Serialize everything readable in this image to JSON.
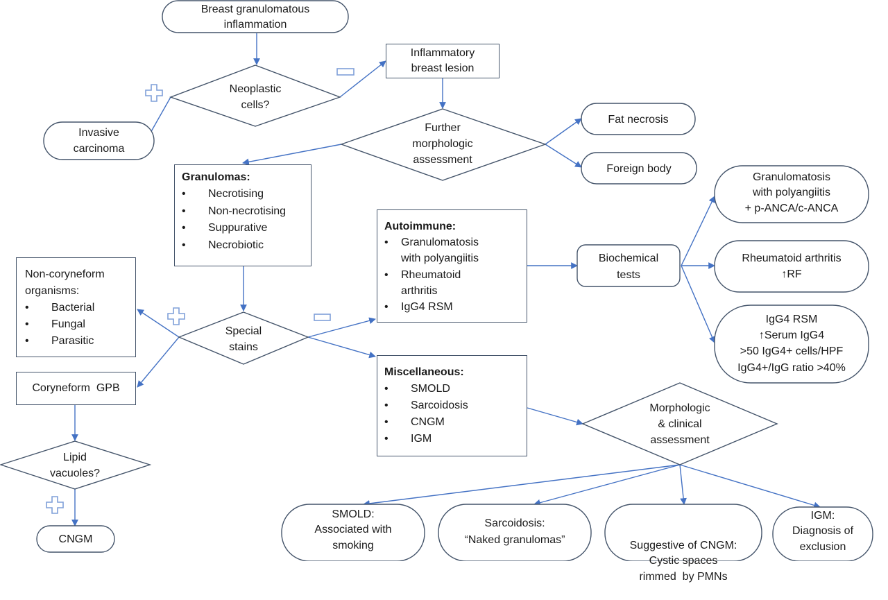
{
  "nodes": {
    "start": [
      "Breast granulomatous",
      "inflammation"
    ],
    "neoplastic": [
      "Neoplastic",
      "cells?"
    ],
    "invasive": [
      "Invasive",
      "carcinoma"
    ],
    "inflammatory": [
      "Inflammatory",
      "breast lesion"
    ],
    "further": [
      "Further",
      "morphologic",
      "assessment"
    ],
    "fat_necrosis": "Fat necrosis",
    "foreign_body": "Foreign body",
    "granulomas": {
      "title": "Granulomas:",
      "items": [
        "Necrotising",
        "Non-necrotising",
        "Suppurative",
        "Necrobiotic"
      ]
    },
    "autoimmune": {
      "title": "Autoimmune:",
      "items": [
        [
          "Granulomatosis",
          "with polyangiitis"
        ],
        [
          "Rheumatoid",
          "arthritis"
        ],
        [
          "IgG4 RSM"
        ]
      ]
    },
    "biochemical": [
      "Biochemical",
      "tests"
    ],
    "gpa": [
      "Granulomatosis",
      "with polyangiitis",
      "+ p-ANCA/c-ANCA"
    ],
    "ra": [
      "Rheumatoid arthritis",
      "↑RF"
    ],
    "igg4": [
      "IgG4 RSM",
      "↑Serum IgG4",
      ">50 IgG4+ cells/HPF",
      "IgG4+/IgG ratio >40%"
    ],
    "noncoryneform": {
      "title": [
        "Non-coryneform",
        "organisms:"
      ],
      "items": [
        "Bacterial",
        "Fungal",
        "Parasitic"
      ]
    },
    "special": [
      "Special",
      "stains"
    ],
    "coryneform": "Coryneform  GPB",
    "lipid": [
      "Lipid",
      "vacuoles?"
    ],
    "cngm_end": "CNGM",
    "misc": {
      "title": "Miscellaneous:",
      "items": [
        "SMOLD",
        "Sarcoidosis",
        "CNGM",
        "IGM"
      ]
    },
    "morpho": [
      "Morphologic",
      "& clinical",
      "assessment"
    ],
    "smold": [
      "SMOLD:",
      "Associated with",
      "smoking"
    ],
    "sarcoidosis": [
      "Sarcoidosis:",
      "“Naked granulomas”"
    ],
    "suggestive": [
      "Suggestive of CNGM:",
      "Cystic spaces",
      "rimmed  by PMNs"
    ],
    "igm": [
      "IGM:",
      "Diagnosis of",
      "exclusion"
    ]
  },
  "colors": {
    "line": "#4472c4",
    "border": "#44546a",
    "sign": "#7f9fd8"
  }
}
